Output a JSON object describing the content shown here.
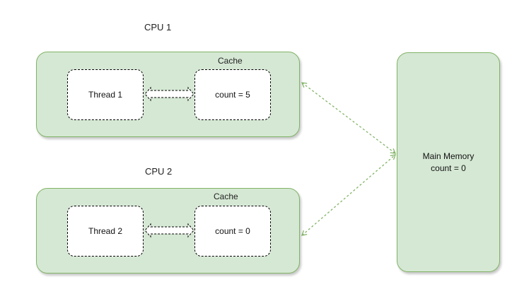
{
  "cpus": [
    {
      "title": "CPU 1",
      "cache_label": "Cache",
      "thread_label": "Thread 1",
      "count_label": "count = 5"
    },
    {
      "title": "CPU 2",
      "cache_label": "Cache",
      "thread_label": "Thread 2",
      "count_label": "count = 0"
    }
  ],
  "main_memory": {
    "title": "Main Memory",
    "count_label": "count = 0"
  },
  "colors": {
    "box_fill": "#d5e8d4",
    "box_border": "#82b366",
    "connector": "#82b366",
    "inner_fill": "#ffffff",
    "inner_border": "#000000"
  }
}
